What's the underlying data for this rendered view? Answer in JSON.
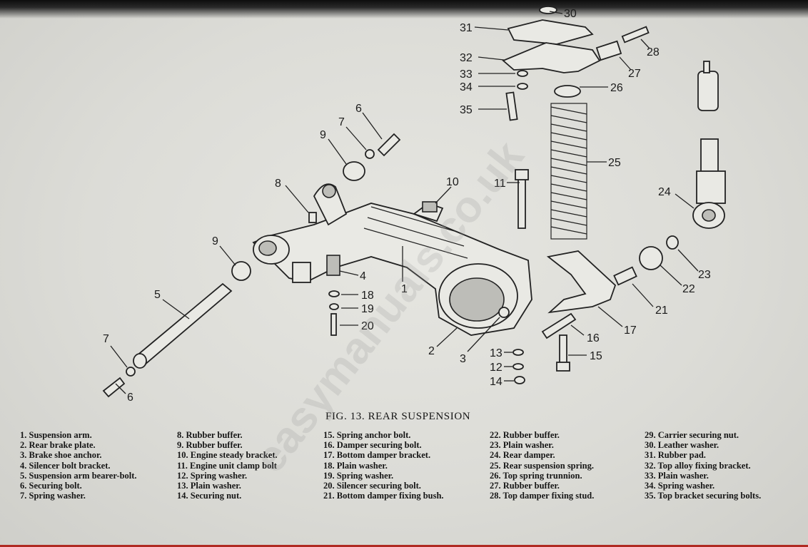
{
  "figure": {
    "caption": "FIG. 13. REAR SUSPENSION"
  },
  "callouts": [
    "1",
    "2",
    "3",
    "4",
    "5",
    "6",
    "6",
    "7",
    "7",
    "8",
    "9",
    "9",
    "10",
    "11",
    "12",
    "13",
    "14",
    "15",
    "16",
    "17",
    "18",
    "19",
    "20",
    "21",
    "22",
    "23",
    "24",
    "25",
    "26",
    "27",
    "28",
    "30",
    "31",
    "32",
    "33",
    "34",
    "35"
  ],
  "legend": {
    "columns": [
      [
        "1. Suspension arm.",
        "2. Rear brake plate.",
        "3. Brake shoe anchor.",
        "4. Silencer bolt bracket.",
        "5. Suspension arm bearer-bolt.",
        "6. Securing bolt.",
        "7. Spring washer."
      ],
      [
        "8. Rubber buffer.",
        "9. Rubber buffer.",
        "10. Engine steady bracket.",
        "11. Engine unit clamp bolt",
        "12. Spring washer.",
        "13. Plain washer.",
        "14. Securing nut."
      ],
      [
        "15. Spring anchor bolt.",
        "16. Damper securing bolt.",
        "17. Bottom damper bracket.",
        "18. Plain washer.",
        "19. Spring washer.",
        "20. Silencer securing bolt.",
        "21. Bottom damper fixing bush."
      ],
      [
        "22. Rubber buffer.",
        "23. Plain washer.",
        "24. Rear damper.",
        "25. Rear suspension spring.",
        "26. Top spring trunnion.",
        "27. Rubber buffer.",
        "28. Top damper fixing stud."
      ],
      [
        "29. Carrier securing nut.",
        "30. Leather washer.",
        "31. Rubber pad.",
        "32. Top alloy fixing bracket.",
        "33. Plain washer.",
        "34. Spring washer.",
        "35. Top bracket securing bolts."
      ]
    ]
  },
  "watermark": "easymanuals.co.uk"
}
